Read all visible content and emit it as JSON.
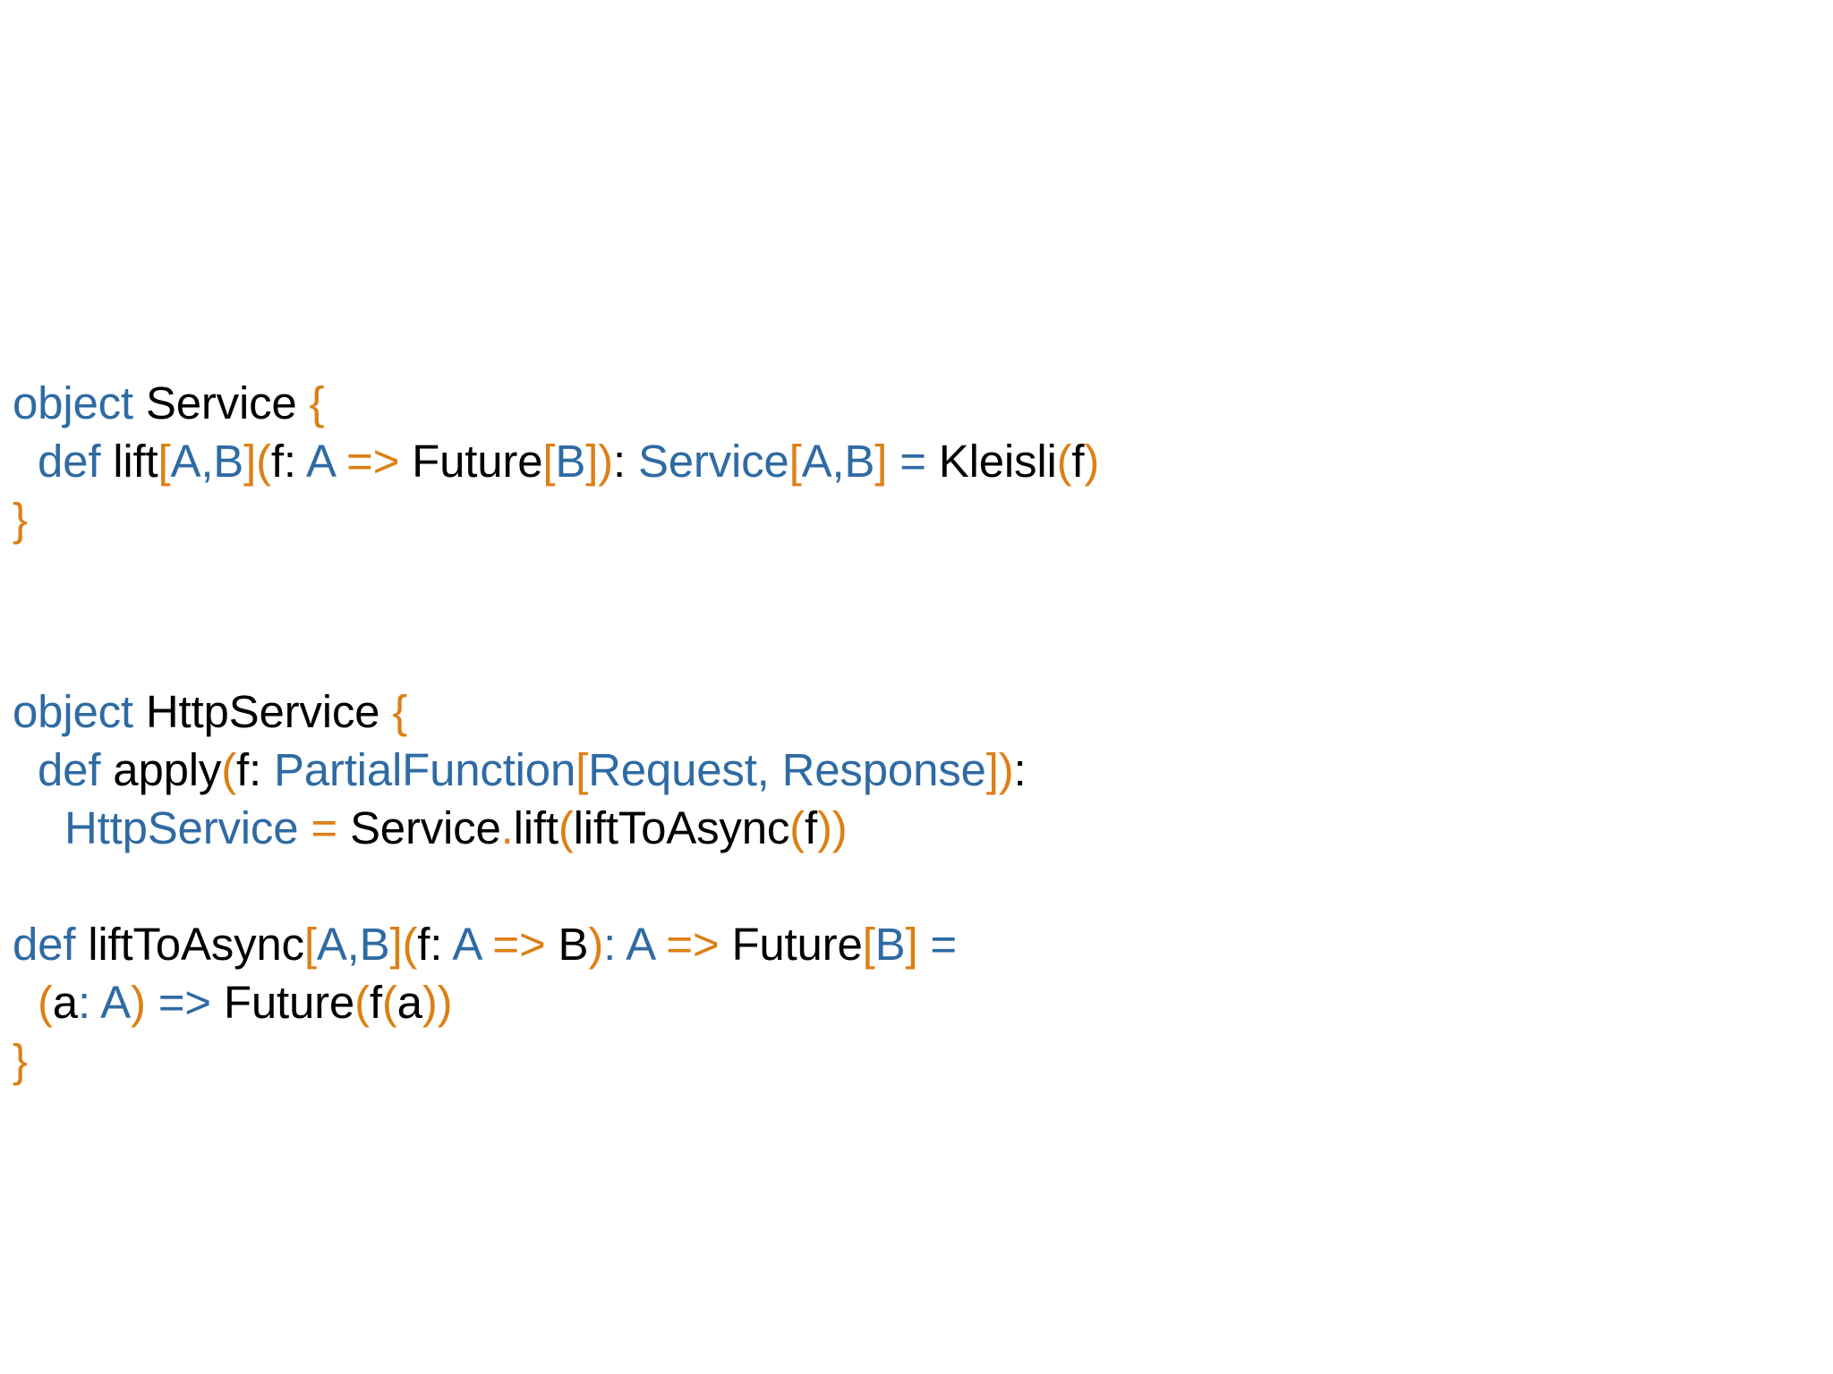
{
  "slide": {
    "background_color": "#ffffff",
    "title": "",
    "language": "scala"
  },
  "theme": {
    "keyword_color": "#2F6BA3",
    "type_color": "#2F6BA3",
    "identifier_color": "#000000",
    "punctuation_color": "#DD7F16",
    "operator_orange": "#DD7F16",
    "operator_blue": "#2F6BA3"
  },
  "code": {
    "blocks": [
      {
        "name": "service-object-block",
        "lines": [
          {
            "indent": 0,
            "plain_text": "object Service {",
            "tokens": [
              {
                "t": "object",
                "c": "key"
              },
              {
                "t": " ",
                "c": "plain"
              },
              {
                "t": "Service",
                "c": "plain"
              },
              {
                "t": " ",
                "c": "plain"
              },
              {
                "t": "{",
                "c": "brace"
              }
            ]
          },
          {
            "indent": 1,
            "plain_text": "def lift[A,B](f: A => Future[B]): Service[A,B] = Kleisli(f)",
            "tokens": [
              {
                "t": "def",
                "c": "key"
              },
              {
                "t": " ",
                "c": "plain"
              },
              {
                "t": "lift",
                "c": "plain"
              },
              {
                "t": "[",
                "c": "punc"
              },
              {
                "t": "A",
                "c": "type"
              },
              {
                "t": ",",
                "c": "type"
              },
              {
                "t": "B",
                "c": "type"
              },
              {
                "t": "]",
                "c": "punc"
              },
              {
                "t": "(",
                "c": "punc"
              },
              {
                "t": "f: ",
                "c": "plain"
              },
              {
                "t": "A",
                "c": "type"
              },
              {
                "t": " ",
                "c": "plain"
              },
              {
                "t": "=>",
                "c": "op"
              },
              {
                "t": " ",
                "c": "plain"
              },
              {
                "t": "Future",
                "c": "plain"
              },
              {
                "t": "[",
                "c": "punc"
              },
              {
                "t": "B",
                "c": "type"
              },
              {
                "t": "]",
                "c": "punc"
              },
              {
                "t": ")",
                "c": "punc"
              },
              {
                "t": ":",
                "c": "plain"
              },
              {
                "t": " ",
                "c": "plain"
              },
              {
                "t": "Service",
                "c": "type"
              },
              {
                "t": "[",
                "c": "punc"
              },
              {
                "t": "A",
                "c": "type"
              },
              {
                "t": ",",
                "c": "type"
              },
              {
                "t": "B",
                "c": "type"
              },
              {
                "t": "]",
                "c": "punc"
              },
              {
                "t": " ",
                "c": "plain"
              },
              {
                "t": "=",
                "c": "opb"
              },
              {
                "t": " ",
                "c": "plain"
              },
              {
                "t": "Kleisli",
                "c": "plain"
              },
              {
                "t": "(",
                "c": "punc"
              },
              {
                "t": "f",
                "c": "plain"
              },
              {
                "t": ")",
                "c": "punc"
              }
            ]
          },
          {
            "indent": 0,
            "plain_text": "}",
            "tokens": [
              {
                "t": "}",
                "c": "brace"
              }
            ]
          }
        ]
      },
      {
        "name": "httpservice-object-block",
        "lines": [
          {
            "indent": 0,
            "plain_text": "object HttpService {",
            "tokens": [
              {
                "t": "object",
                "c": "key"
              },
              {
                "t": " ",
                "c": "plain"
              },
              {
                "t": "HttpService",
                "c": "plain"
              },
              {
                "t": " ",
                "c": "plain"
              },
              {
                "t": "{",
                "c": "brace"
              }
            ]
          },
          {
            "indent": 1,
            "plain_text": "def apply(f: PartialFunction[Request, Response]):",
            "tokens": [
              {
                "t": "def",
                "c": "key"
              },
              {
                "t": " ",
                "c": "plain"
              },
              {
                "t": "apply",
                "c": "plain"
              },
              {
                "t": "(",
                "c": "punc"
              },
              {
                "t": "f: ",
                "c": "plain"
              },
              {
                "t": "PartialFunction",
                "c": "type"
              },
              {
                "t": "[",
                "c": "punc"
              },
              {
                "t": "Request",
                "c": "type"
              },
              {
                "t": ",",
                "c": "type"
              },
              {
                "t": " ",
                "c": "plain"
              },
              {
                "t": "Response",
                "c": "type"
              },
              {
                "t": "]",
                "c": "punc"
              },
              {
                "t": ")",
                "c": "punc"
              },
              {
                "t": ":",
                "c": "plain"
              }
            ]
          },
          {
            "indent": 2,
            "plain_text": "HttpService = Service.lift(liftToAsync(f))",
            "tokens": [
              {
                "t": "HttpService",
                "c": "type"
              },
              {
                "t": " ",
                "c": "plain"
              },
              {
                "t": "=",
                "c": "op"
              },
              {
                "t": " ",
                "c": "plain"
              },
              {
                "t": "Service",
                "c": "plain"
              },
              {
                "t": ".",
                "c": "punc"
              },
              {
                "t": "lift",
                "c": "plain"
              },
              {
                "t": "(",
                "c": "punc"
              },
              {
                "t": "liftToAsync",
                "c": "plain"
              },
              {
                "t": "(",
                "c": "punc"
              },
              {
                "t": "f",
                "c": "plain"
              },
              {
                "t": ")",
                "c": "punc"
              },
              {
                "t": ")",
                "c": "punc"
              }
            ]
          }
        ]
      },
      {
        "name": "lifttoasync-def-block",
        "lines": [
          {
            "indent": 0,
            "plain_text": "def liftToAsync[A,B](f: A => B): A => Future[B] =",
            "tokens": [
              {
                "t": "def",
                "c": "key"
              },
              {
                "t": " ",
                "c": "plain"
              },
              {
                "t": "liftToAsync",
                "c": "plain"
              },
              {
                "t": "[",
                "c": "punc"
              },
              {
                "t": "A",
                "c": "type"
              },
              {
                "t": ",",
                "c": "type"
              },
              {
                "t": "B",
                "c": "type"
              },
              {
                "t": "]",
                "c": "punc"
              },
              {
                "t": "(",
                "c": "punc"
              },
              {
                "t": "f: ",
                "c": "plain"
              },
              {
                "t": "A",
                "c": "type"
              },
              {
                "t": " ",
                "c": "plain"
              },
              {
                "t": "=>",
                "c": "op"
              },
              {
                "t": " ",
                "c": "plain"
              },
              {
                "t": "B",
                "c": "plain"
              },
              {
                "t": ")",
                "c": "punc"
              },
              {
                "t": ":",
                "c": "opb"
              },
              {
                "t": " ",
                "c": "plain"
              },
              {
                "t": "A",
                "c": "type"
              },
              {
                "t": " ",
                "c": "plain"
              },
              {
                "t": "=>",
                "c": "op"
              },
              {
                "t": " ",
                "c": "plain"
              },
              {
                "t": "Future",
                "c": "plain"
              },
              {
                "t": "[",
                "c": "punc"
              },
              {
                "t": "B",
                "c": "type"
              },
              {
                "t": "]",
                "c": "punc"
              },
              {
                "t": " ",
                "c": "plain"
              },
              {
                "t": "=",
                "c": "opb"
              }
            ]
          },
          {
            "indent": 1,
            "plain_text": "(a: A) => Future(f(a))",
            "tokens": [
              {
                "t": "(",
                "c": "punc"
              },
              {
                "t": "a",
                "c": "plain"
              },
              {
                "t": ":",
                "c": "opb"
              },
              {
                "t": " ",
                "c": "plain"
              },
              {
                "t": "A",
                "c": "type"
              },
              {
                "t": ")",
                "c": "punc"
              },
              {
                "t": " ",
                "c": "plain"
              },
              {
                "t": "=>",
                "c": "opb"
              },
              {
                "t": " ",
                "c": "plain"
              },
              {
                "t": "Future",
                "c": "plain"
              },
              {
                "t": "(",
                "c": "punc"
              },
              {
                "t": "f",
                "c": "plain"
              },
              {
                "t": "(",
                "c": "punc"
              },
              {
                "t": "a",
                "c": "plain"
              },
              {
                "t": ")",
                "c": "punc"
              },
              {
                "t": ")",
                "c": "punc"
              }
            ]
          },
          {
            "indent": 0,
            "plain_text": "}",
            "tokens": [
              {
                "t": "}",
                "c": "brace"
              }
            ]
          }
        ]
      }
    ]
  }
}
